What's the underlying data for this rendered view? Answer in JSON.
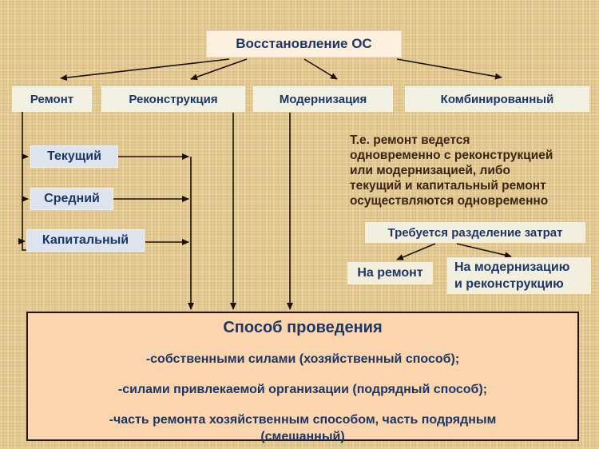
{
  "diagram_title": "Восстановление ОС",
  "categories": [
    {
      "label": "Ремонт"
    },
    {
      "label": "Реконструкция"
    },
    {
      "label": "Модернизация"
    },
    {
      "label": "Комбинированный"
    }
  ],
  "repair_types": [
    {
      "label": "Текущий"
    },
    {
      "label": "Средний"
    },
    {
      "label": "Капитальный"
    }
  ],
  "combined_note": "Т.е. ремонт ведется\nодновременно с реконструкцией\nили модернизацией, либо\nтекущий и капитальный ремонт\nосуществляются одновременно",
  "cost_split": {
    "header": "Требуется разделение затрат",
    "targets": [
      {
        "label": "На ремонт"
      },
      {
        "label": "На модернизацию\nи реконструкцию"
      }
    ]
  },
  "method": {
    "title": "Способ проведения",
    "items": [
      "-собственными силами (хозяйственный способ);",
      "-силами привлекаемой организации (подрядный способ);",
      "-часть ремонта хозяйственным способом, часть подрядным\n(смешанный)"
    ]
  },
  "colors": {
    "background": "#e4ca93",
    "title_box_bg": "#fdf0de",
    "category_box_bg": "#f0f1e3",
    "subtype_box_bg": "#dde4ee",
    "cream_box_bg": "#f3efdf",
    "method_box_bg": "#fbd5ae",
    "navy_text": "#1c3767",
    "note_text": "#3a2413",
    "line_color": "#1c120a"
  }
}
